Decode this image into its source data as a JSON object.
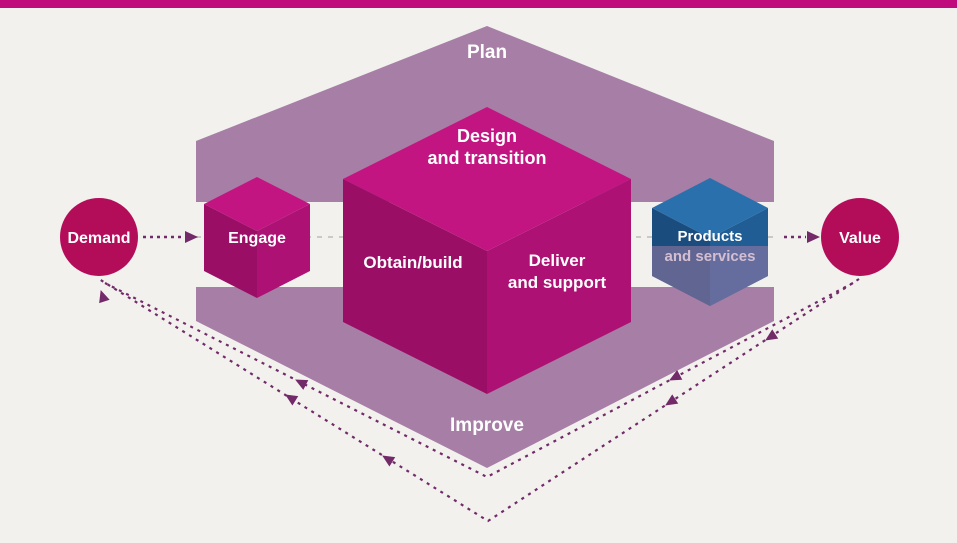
{
  "labels": {
    "plan": "Plan",
    "improve": "Improve",
    "demand": "Demand",
    "value": "Value",
    "engage": "Engage",
    "design_line1": "Design",
    "design_line2": "and transition",
    "obtain_build": "Obtain/build",
    "deliver_line1": "Deliver",
    "deliver_line2": "and support",
    "products_line1": "Products",
    "products_line2": "and services"
  },
  "colors": {
    "background": "#f2f1ee",
    "top_bar": "#c00b7c",
    "hexagon": "#a77ea6",
    "magenta_cube_top": "#c21581",
    "magenta_cube_left": "#9a0e65",
    "magenta_cube_right": "#ac1173",
    "blue_cube_top": "#2a70ad",
    "blue_cube_left": "#1a4c7e",
    "blue_cube_right": "#205d94",
    "node_circle": "#b30d5a",
    "arrow": "#722a68",
    "flow_line": "#c9c9c9"
  }
}
